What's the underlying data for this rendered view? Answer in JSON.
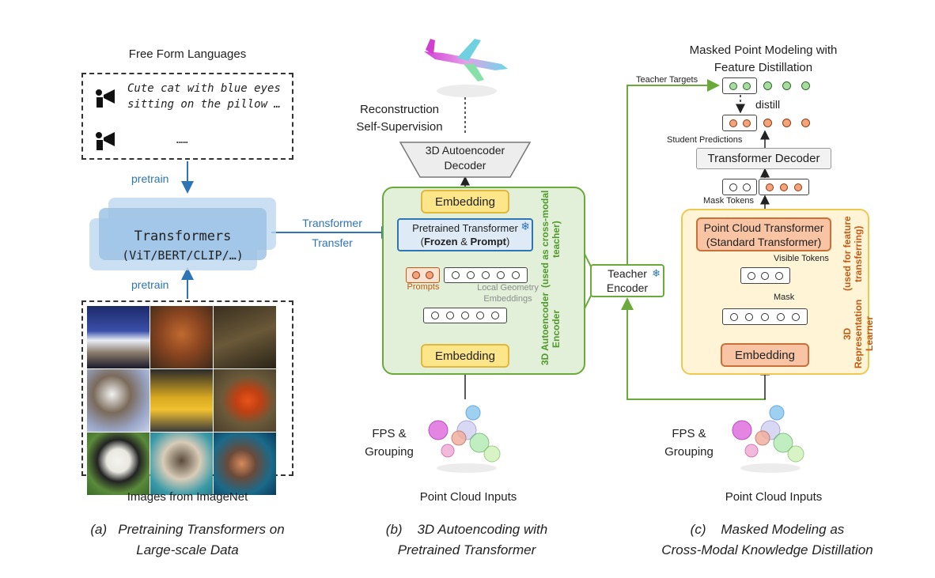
{
  "panel_a": {
    "top_title": "Free Form Languages",
    "text_line1": "Cute cat with blue eyes",
    "text_line2": "sitting on the pillow …",
    "text_ellipsis": "……",
    "pretrain_top": "pretrain",
    "pretrain_bottom": "pretrain",
    "transformers_line1": "Transformers",
    "transformers_line2": "(ViT/BERT/CLIP/…)",
    "images_label": "Images from ImageNet",
    "caption_line1": "(a)   Pretraining Transformers on",
    "caption_line2": "Large-scale Data"
  },
  "transfer": {
    "line1": "Transformer",
    "line2": "Transfer"
  },
  "panel_b": {
    "recon_line1": "Reconstruction",
    "recon_line2": "Self-Supervision",
    "decoder_line1": "3D Autoencoder",
    "decoder_line2": "Decoder",
    "embedding_top": "Embedding",
    "pretrained_line1": "Pretrained Transformer",
    "pretrained_frozen": "Frozen",
    "pretrained_amp": " & ",
    "pretrained_prompt": "Prompt",
    "prompts_label": "Prompts",
    "local_geo_line1": "Local Geometry",
    "local_geo_line2": "Embeddings",
    "embedding_bottom": "Embedding",
    "encoder_vertical_line1": "3D Autoencoder Encoder",
    "encoder_vertical_line2": "(used as cross-modal teacher)",
    "fps_line1": "FPS &",
    "fps_line2": "Grouping",
    "pc_inputs": "Point Cloud Inputs",
    "caption_line1": "(b)    3D Autoencoding with",
    "caption_line2": "Pretrained Transformer"
  },
  "teacher": {
    "line1": "Teacher",
    "line2": "Encoder"
  },
  "panel_c": {
    "title_line1": "Masked Point Modeling with",
    "title_line2": "Feature Distillation",
    "teacher_targets": "Teacher Targets",
    "distill": "distill",
    "student_predictions": "Student Predictions",
    "transformer_decoder": "Transformer Decoder",
    "mask_tokens": "Mask Tokens",
    "pct_line1": "Point Cloud Transformer",
    "pct_line2": "(Standard Transformer)",
    "visible_tokens": "Visible Tokens",
    "mask": "Mask",
    "embedding": "Embedding",
    "learner_vertical_line1": "3D Representation Learner",
    "learner_vertical_line2": "(used for feature transferring)",
    "fps_line1": "FPS &",
    "fps_line2": "Grouping",
    "pc_inputs": "Point Cloud Inputs",
    "caption_line1": "(c)    Masked Modeling as",
    "caption_line2": "Cross-Modal Knowledge Distillation"
  },
  "colors": {
    "blue": "#2e75b6",
    "green": "#6aaa3a",
    "orange": "#c55a11",
    "yellow": "#fde68a",
    "green_fill": "#e2f0d9",
    "yellow_fill": "#fff5d6"
  }
}
